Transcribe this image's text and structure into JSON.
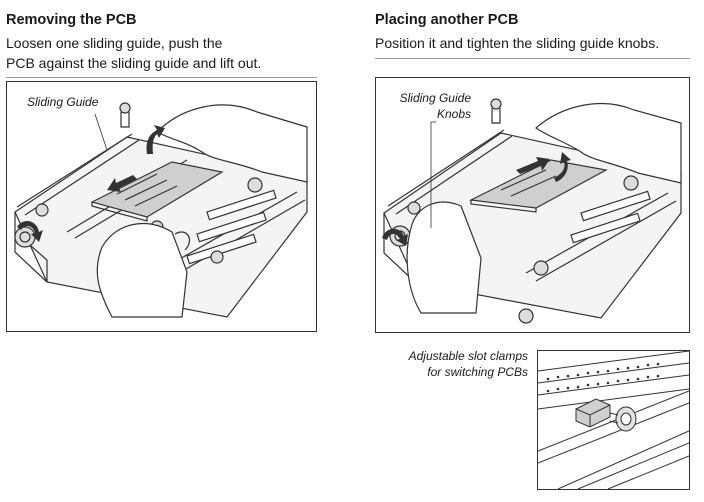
{
  "left": {
    "title": "Removing the PCB",
    "desc_line1": "Loosen one sliding guide, push the",
    "desc_line2": "PCB against the sliding guide and lift out.",
    "callout": "Sliding Guide"
  },
  "right": {
    "title": "Placing another PCB",
    "desc_line1": "Position it and tighten the sliding guide knobs.",
    "callout_line1": "Sliding Guide",
    "callout_line2": "Knobs"
  },
  "detail": {
    "callout_line1": "Adjustable slot clamps",
    "callout_line2": "for switching PCBs"
  }
}
